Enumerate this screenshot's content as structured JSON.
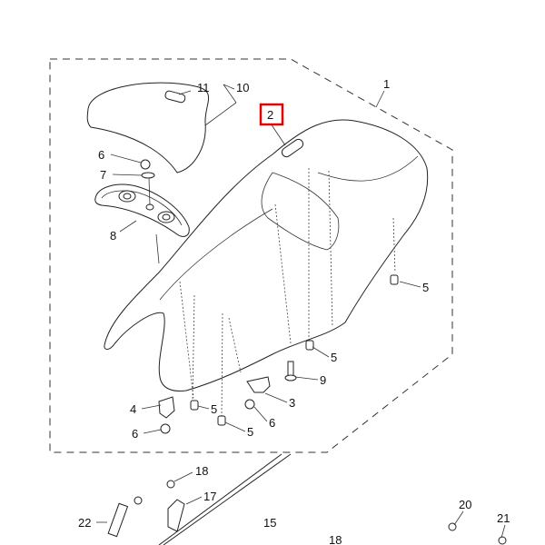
{
  "diagram": {
    "highlight_color": "#e00000",
    "highlighted_label": "2",
    "labels": {
      "l1": "1",
      "l2": "2",
      "l3": "3",
      "l4": "4",
      "l5a": "5",
      "l5b": "5",
      "l5c": "5",
      "l5d": "5",
      "l6a": "6",
      "l6b": "6",
      "l6c": "6",
      "l7": "7",
      "l8": "8",
      "l9": "9",
      "l10": "10",
      "l11": "11",
      "l15": "15",
      "l17": "17",
      "l18a": "18",
      "l18b": "18",
      "l20": "20",
      "l21": "21",
      "l22": "22"
    }
  }
}
